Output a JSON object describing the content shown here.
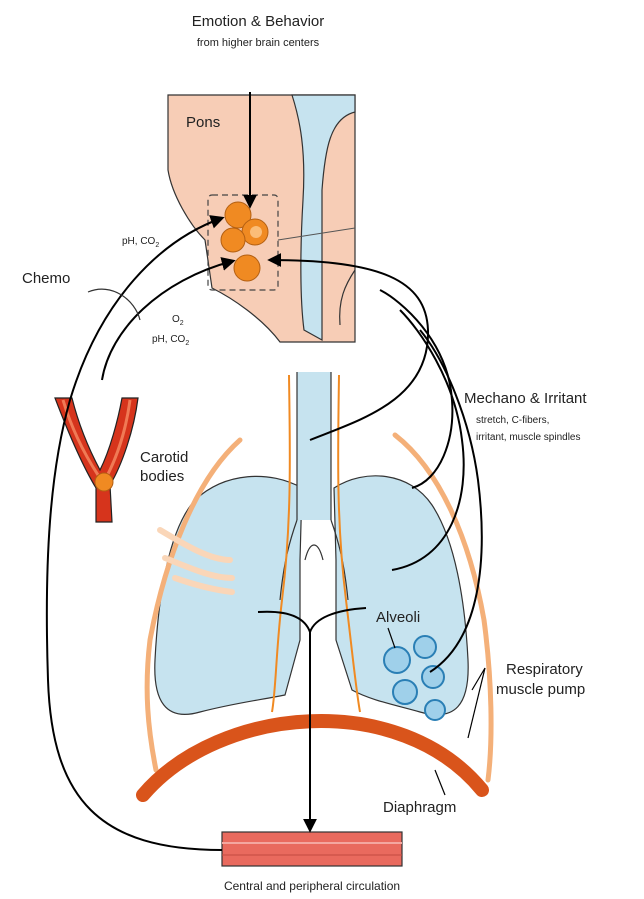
{
  "labels": {
    "emotion_title": "Emotion & Behavior",
    "emotion_subtitle": "from higher brain centers",
    "pons": "Pons",
    "chemo": "Chemo",
    "ph_co2_upper": "pH, CO",
    "ph_co2_upper_sub": "2",
    "o2": "O",
    "o2_sub": "2",
    "ph_co2_lower": "pH, CO",
    "ph_co2_lower_sub": "2",
    "mechano_title": "Mechano & Irritant",
    "mechano_line1": "stretch, C-fibers,",
    "mechano_line2": "irritant, muscle spindles",
    "carotid_line1": "Carotid",
    "carotid_line2": "bodies",
    "alveoli": "Alveoli",
    "resp_line1": "Respiratory",
    "resp_line2": "muscle pump",
    "diaphragm": "Diaphragm",
    "circulation": "Central and peripheral circulation"
  },
  "colors": {
    "brainstem": "#f7cdb6",
    "airway_blue": "#c6e3ef",
    "orange": "#f08a22",
    "ribs": "#f4b079",
    "diaphragm": "#d9541b",
    "artery": "#d6341c",
    "circulation_bar": "#e96a5e",
    "arrow": "#000000"
  }
}
